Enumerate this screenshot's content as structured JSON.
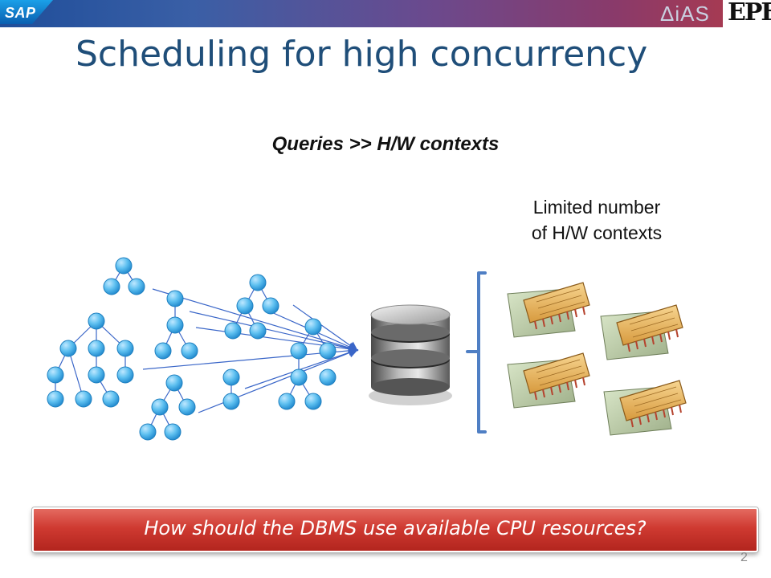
{
  "header": {
    "sap_logo_text": "SAP",
    "dias_logo_text": "ΔiAS",
    "epfl_logo_text": "EPFL"
  },
  "slide": {
    "title": "Scheduling for high concurrency",
    "subtitle": "Queries >> H/W contexts",
    "hw_label_line1": "Limited number",
    "hw_label_line2": "of H/W contexts",
    "question": "How should the DBMS use available CPU resources?",
    "slide_number": "2"
  },
  "colors": {
    "title": "#1f4e79",
    "node_fill": "#4fb3ea",
    "edge": "#3a66c8",
    "bracket": "#4f7fc4",
    "banner": "#cf3a31"
  },
  "icons": {
    "database": "database-cylinder-icon",
    "cpu": "cpu-chip-icon"
  }
}
